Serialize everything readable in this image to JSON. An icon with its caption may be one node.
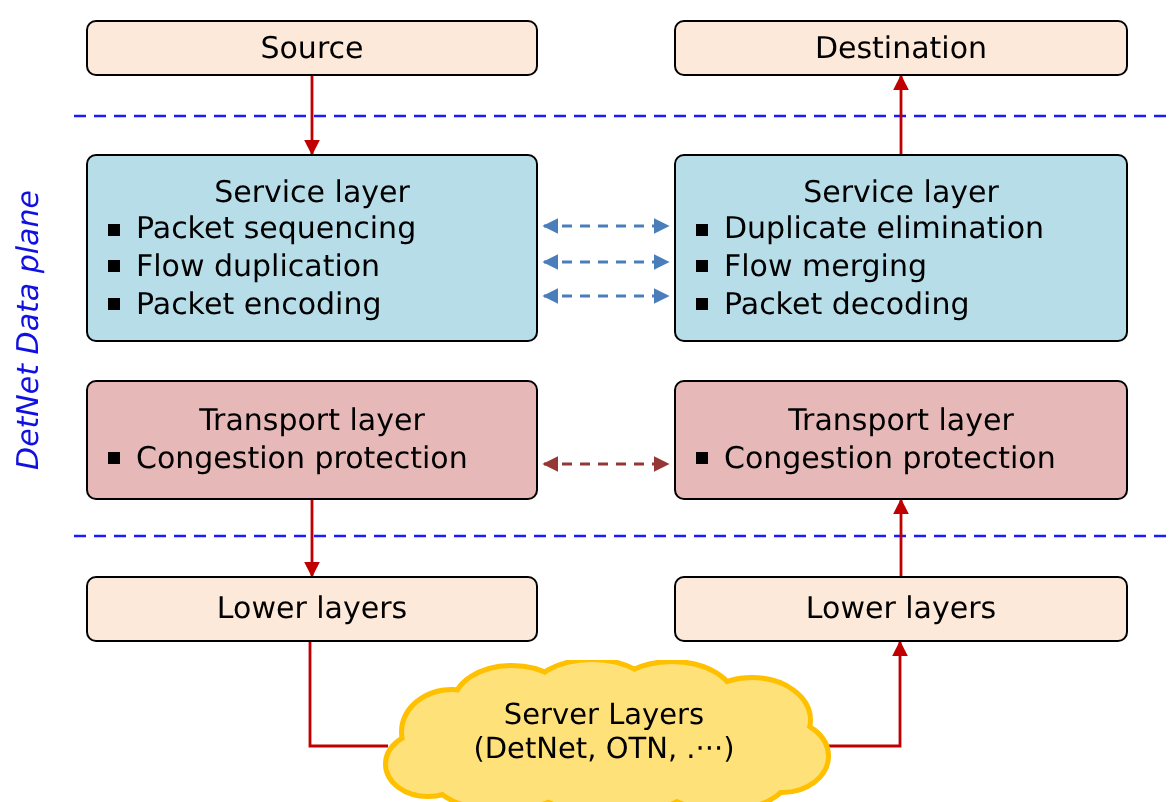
{
  "diagram": {
    "nodes": [
      {
        "text": [
          "Source"
        ]
      },
      {
        "text": [
          "Destination"
        ]
      },
      {
        "text": [
          "Service layer",
          "Packet sequencing",
          "Flow duplication",
          "Packet encoding"
        ]
      },
      {
        "text": [
          "Service layer",
          "Duplicate elimination",
          "Flow merging",
          "Packet decoding"
        ]
      },
      {
        "text": [
          "Transport layer",
          "Congestion protection"
        ]
      },
      {
        "text": [
          "Transport layer",
          "Congestion protection"
        ]
      },
      {
        "text": [
          "Lower layers"
        ]
      },
      {
        "text": [
          "Lower layers"
        ]
      },
      {
        "text": [
          "Server Layers (DetNet, OTN, .···)"
        ]
      }
    ],
    "edges": [
      {
        "from": 0,
        "to": 2,
        "arrow": "to"
      },
      {
        "from": 3,
        "to": 1,
        "arrow": "to"
      },
      {
        "from": 2,
        "to": 3,
        "arrow": "both",
        "style": "dashed",
        "color": "#4a7ebb"
      },
      {
        "from": 2,
        "to": 3,
        "arrow": "both",
        "style": "dashed",
        "color": "#4a7ebb"
      },
      {
        "from": 2,
        "to": 3,
        "arrow": "both",
        "style": "dashed",
        "color": "#4a7ebb"
      },
      {
        "from": 4,
        "to": 5,
        "arrow": "both",
        "style": "dashed",
        "color": "#953735"
      },
      {
        "from": 4,
        "to": 6,
        "arrow": "to"
      },
      {
        "from": 6,
        "to": 8,
        "arrow": "none"
      },
      {
        "from": 8,
        "to": 7,
        "arrow": "to"
      },
      {
        "from": 7,
        "to": 5,
        "arrow": "to"
      }
    ],
    "labels": [
      "DetNet Data plane"
    ]
  }
}
